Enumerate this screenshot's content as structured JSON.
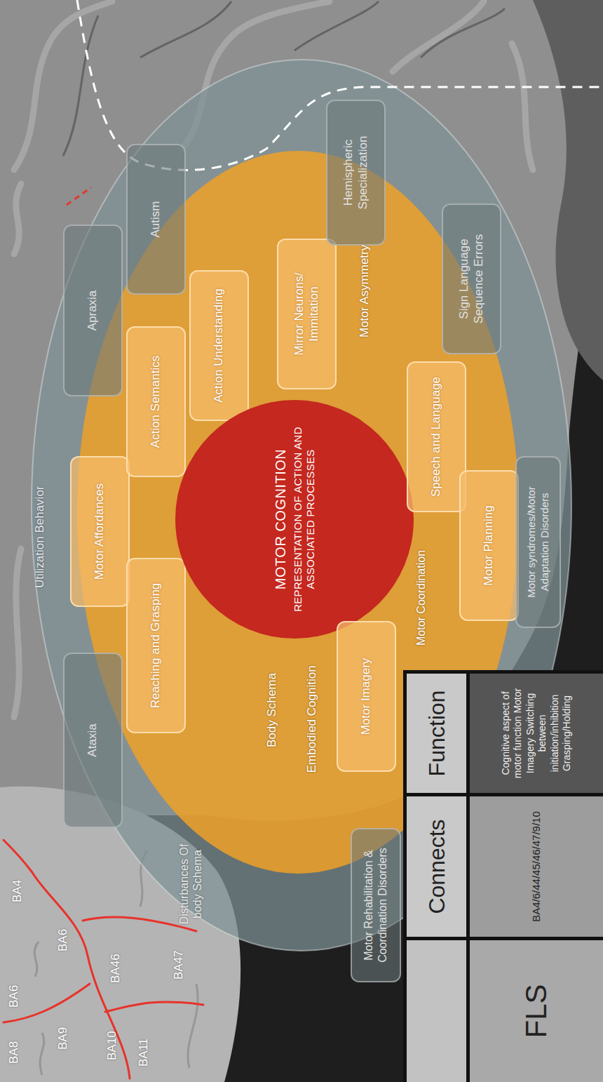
{
  "diagram": {
    "nodes": [
      {
        "text": [
          "Ataxia"
        ]
      },
      {
        "text": [
          "Apraxia"
        ]
      },
      {
        "text": [
          "Autism"
        ]
      },
      {
        "text": [
          "Motor Affordances"
        ]
      },
      {
        "text": [
          "Reaching and Grasping"
        ]
      },
      {
        "text": [
          "Action Semantics"
        ]
      },
      {
        "text": [
          "Action Understanding"
        ]
      },
      {
        "text": [
          "Mirror Neurons/ Immitation"
        ]
      },
      {
        "text": [
          "MOTOR COGNITION",
          "REPRESENTATION OF ACTION AND ASSOCIATED PROCESSES"
        ]
      },
      {
        "text": [
          "Motor Imagery"
        ]
      },
      {
        "text": [
          "Speech and Language"
        ]
      },
      {
        "text": [
          "Motor Planning"
        ]
      },
      {
        "text": [
          "Hemispheric Specialization"
        ]
      },
      {
        "text": [
          "Sign Language Sequence Errors"
        ]
      },
      {
        "text": [
          "Motor syndromes/Motor Adaptation Disorders"
        ]
      },
      {
        "text": [
          "Motor Rehabilitation & Coordination Disorders"
        ]
      }
    ],
    "labels": [
      "Utilization Behavior",
      "Body Schema",
      "Embodied Cognition",
      "Motor Asymmetry",
      "Motor Coordination",
      "Disturbances Of body Schema",
      "BA8",
      "BA6",
      "BA4",
      "BA9",
      "BA6",
      "BA10",
      "BA46",
      "BA11",
      "BA47",
      "Connects",
      "Function",
      "FLS",
      "BA4/6/44/45/46/47/9/10",
      "Cognitive aspect of motor function Motor Imagery Switching between initiation/inhibition Grasping/Holding"
    ]
  }
}
